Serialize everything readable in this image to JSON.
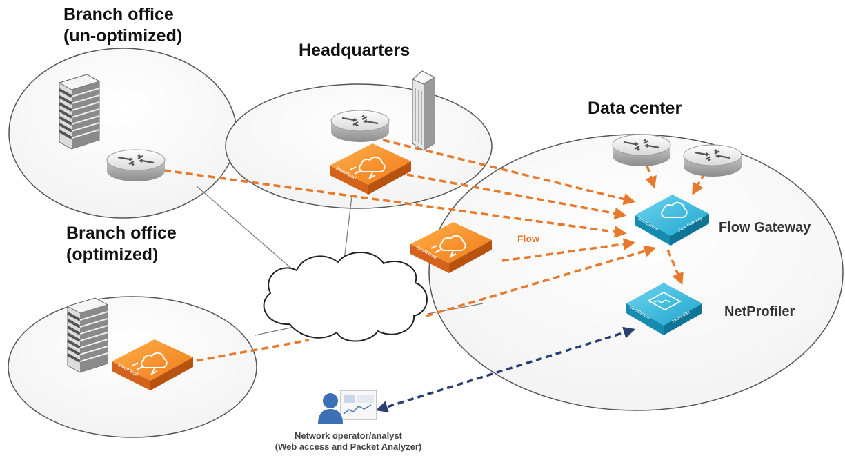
{
  "sites": {
    "branch_unoptimized": {
      "line1": "Branch office",
      "line2": "(un-optimized)"
    },
    "headquarters": {
      "title": "Headquarters"
    },
    "data_center": {
      "title": "Data center"
    },
    "branch_optimized": {
      "line1": "Branch office",
      "line2": "(optimized)"
    }
  },
  "devices": {
    "flow_gateway": {
      "label": "Flow Gateway",
      "face_brand": "SteelCentral",
      "face_name": "Flow Gateway"
    },
    "netprofiler": {
      "label": "NetProfiler",
      "face_brand": "SteelCentral",
      "face_name": "NetProfiler"
    },
    "steelhead_brand": "SteelHead"
  },
  "flow_label": "Flow",
  "operator": {
    "line1": "Network operator/analyst",
    "line2": "(Web access and Packet Analyzer)"
  },
  "colors": {
    "flow_arrow": "#e8782a",
    "access_arrow": "#2b3f73",
    "steelhead": "#f58a25",
    "steelcentral": "#2fb7d9",
    "link_line": "#777777"
  },
  "icons": [
    "router-icon",
    "server-rack-icon",
    "skyscraper-icon",
    "cloud-icon",
    "steelhead-appliance-icon",
    "steelcentral-appliance-icon",
    "user-icon"
  ]
}
